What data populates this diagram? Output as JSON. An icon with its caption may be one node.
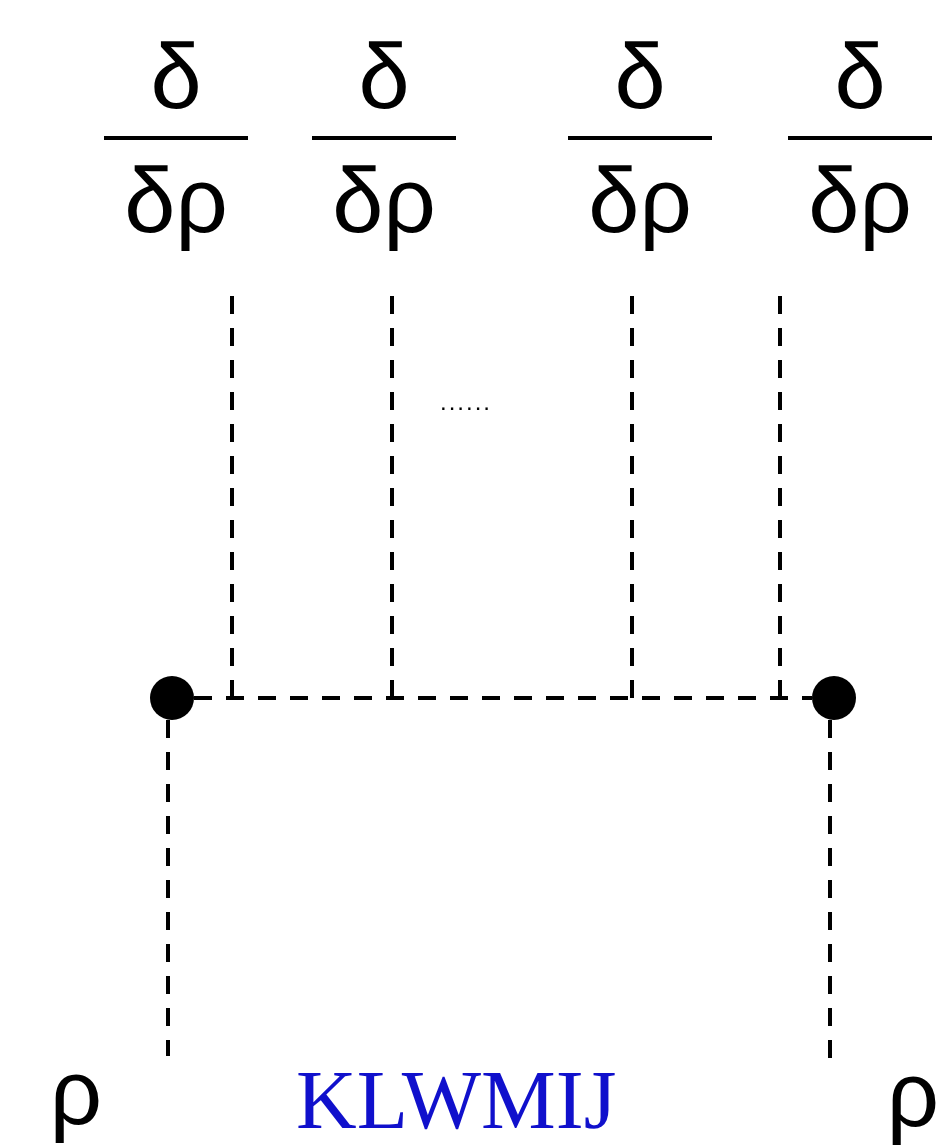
{
  "diagram": {
    "nodes": [
      {
        "text": [
          "δ",
          "δρ"
        ]
      },
      {
        "text": [
          "δ",
          "δρ"
        ]
      },
      {
        "text": [
          "δ",
          "δρ"
        ]
      },
      {
        "text": [
          "δ",
          "δρ"
        ]
      },
      {
        "text": [],
        "shape": "circle"
      },
      {
        "text": [],
        "shape": "circle"
      },
      {
        "text": [
          "ρ"
        ]
      },
      {
        "text": [
          "ρ"
        ]
      }
    ],
    "edges": [
      {
        "from": 0,
        "to": null,
        "arrow": "none",
        "style": "dashed"
      },
      {
        "from": 1,
        "to": null,
        "arrow": "none",
        "style": "dashed"
      },
      {
        "from": 2,
        "to": null,
        "arrow": "none",
        "style": "dashed"
      },
      {
        "from": 3,
        "to": null,
        "arrow": "none",
        "style": "dashed"
      },
      {
        "from": 4,
        "to": 5,
        "arrow": "none",
        "style": "dashed"
      },
      {
        "from": 4,
        "to": 6,
        "arrow": "none",
        "style": "dashed"
      },
      {
        "from": 5,
        "to": 7,
        "arrow": "none",
        "style": "dashed"
      }
    ],
    "labels": [
      "......",
      "KLWMIJ"
    ]
  }
}
